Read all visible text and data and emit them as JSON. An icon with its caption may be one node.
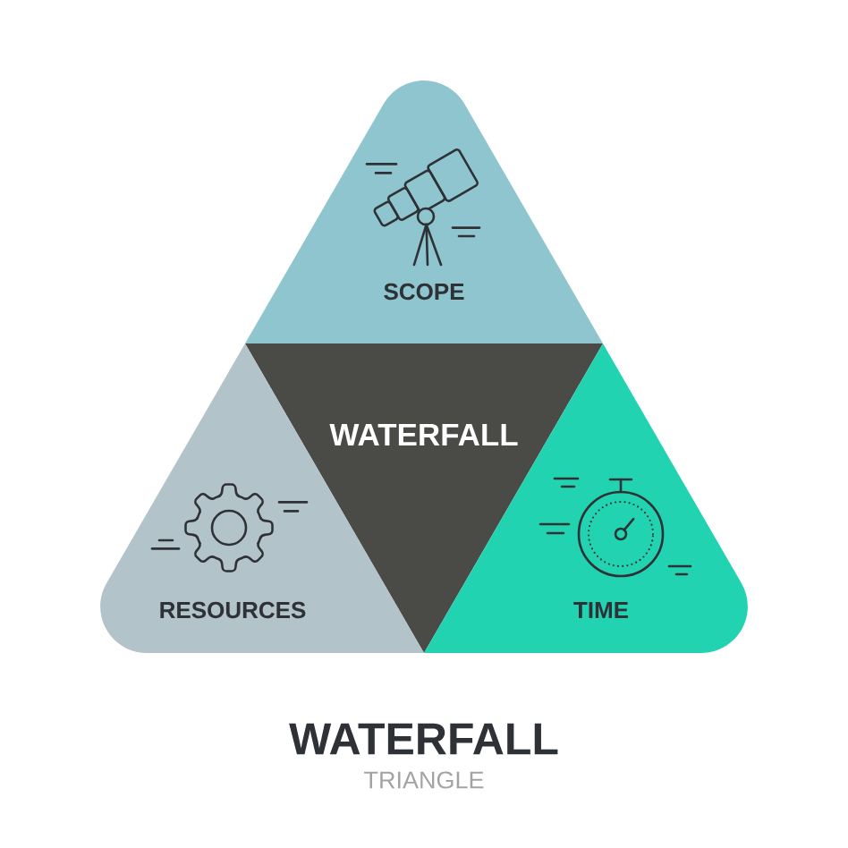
{
  "diagram": {
    "title": "WATERFALL",
    "nodes": [
      {
        "text": [
          "SCOPE"
        ]
      },
      {
        "text": [
          "WATERFALL"
        ]
      },
      {
        "text": [
          "RESOURCES"
        ]
      },
      {
        "text": [
          "TIME"
        ]
      }
    ],
    "labels": [
      "TRIANGLE"
    ]
  }
}
